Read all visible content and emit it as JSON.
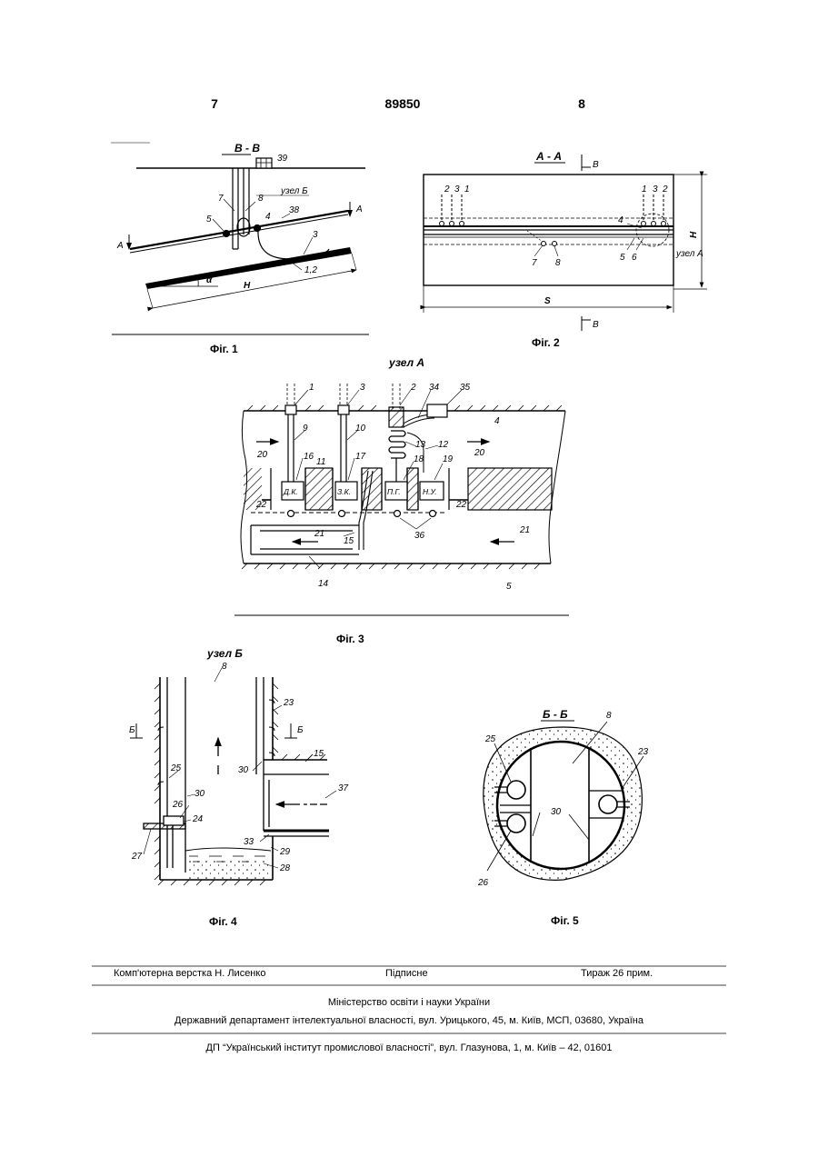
{
  "header": {
    "left_page": "7",
    "patent_no": "89850",
    "right_page": "8"
  },
  "fig1": {
    "caption": "Фіг. 1",
    "section_title": "В - В",
    "labels": {
      "l39": "39",
      "l7": "7",
      "l8": "8",
      "node": "узел Б",
      "l5": "5",
      "l4": "4",
      "l38": "38",
      "lA1": "А",
      "lA2": "А",
      "l3": "3",
      "l12": "1,2",
      "alpha": "α",
      "H": "Н"
    }
  },
  "fig2": {
    "caption": "Фіг. 2",
    "section_title": "А - А",
    "labels": {
      "B1": "В",
      "B2": "В",
      "t2": "2",
      "t3": "3",
      "t1": "1",
      "r1": "1",
      "r3": "3",
      "r2": "2",
      "l4": "4",
      "l7": "7",
      "l8": "8",
      "l5": "5",
      "l6": "6",
      "node": "узел А",
      "H": "Н",
      "S": "S"
    }
  },
  "fig3": {
    "caption": "Фіг. 3",
    "section_title": "узел А",
    "boxes": [
      "Д.К.",
      "З.К.",
      "П.Г.",
      "Н.У."
    ],
    "labels": {
      "l1": "1",
      "l3": "3",
      "l2": "2",
      "l34": "34",
      "l35": "35",
      "l4": "4",
      "l9": "9",
      "l10": "10",
      "l13": "13",
      "l12": "12",
      "l20a": "20",
      "l20b": "20",
      "l16": "16",
      "l11": "11",
      "l17": "17",
      "l18": "18",
      "l19": "19",
      "l22a": "22",
      "l22b": "22",
      "l15": "15",
      "l36": "36",
      "l21a": "21",
      "l21b": "21",
      "l14": "14",
      "l5": "5"
    }
  },
  "fig4": {
    "caption": "Фіг. 4",
    "section_title": "узел Б",
    "labels": {
      "l8": "8",
      "l23": "23",
      "B1": "Б",
      "B2": "Б",
      "l15": "15",
      "l30a": "30",
      "l25": "25",
      "l30b": "30",
      "l37": "37",
      "l26": "26",
      "l24": "24",
      "l27": "27",
      "l33": "33",
      "l29": "29",
      "l28": "28"
    }
  },
  "fig5": {
    "caption": "Фіг. 5",
    "section_title": "Б - Б",
    "labels": {
      "l8": "8",
      "l25": "25",
      "l23": "23",
      "l30": "30",
      "l26": "26"
    }
  },
  "footer": {
    "layout": "Комп'ютерна верстка Н. Лисенко",
    "signed": "Підписне",
    "run": "Тираж 26 прим.",
    "ministry": "Міністерство освіти і науки України",
    "department": "Державний департамент інтелектуальної власності, вул. Урицького, 45, м. Київ, МСП, 03680, Україна",
    "institute": "ДП “Український інститут промислової власності”, вул. Глазунова, 1, м. Київ – 42, 01601"
  }
}
